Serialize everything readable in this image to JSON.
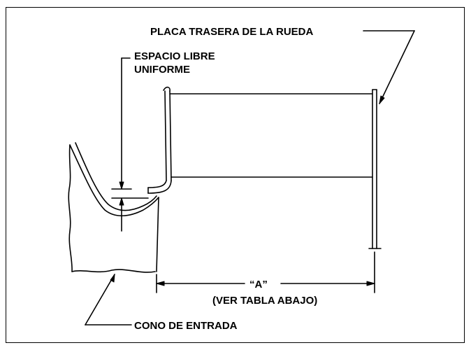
{
  "labels": {
    "wheel_backplate": "PLACA TRASERA DE LA RUEDA",
    "clearance_line1": "ESPACIO LIBRE",
    "clearance_line2": "UNIFORME",
    "dimension_a": "“A”",
    "dimension_ref": "(VER TABLA ABAJO)",
    "inlet_cone": "CONO DE ENTRADA"
  },
  "colors": {
    "line": "#000000",
    "background": "#ffffff"
  }
}
